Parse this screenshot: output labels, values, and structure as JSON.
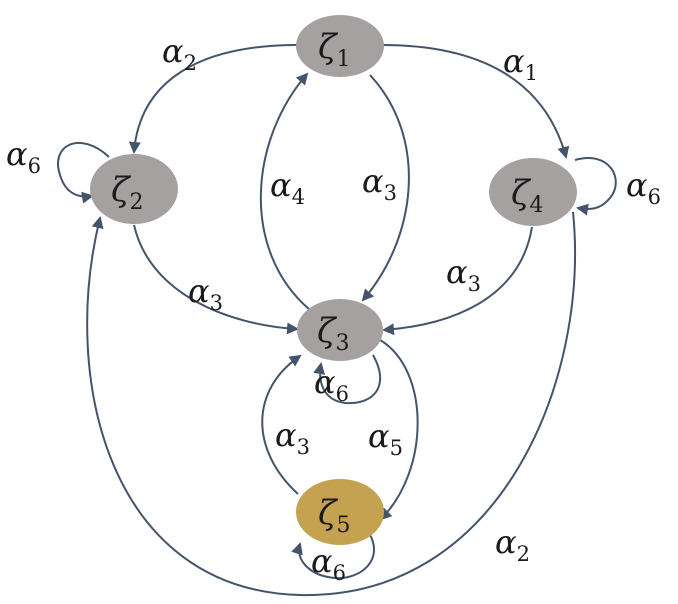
{
  "colors": {
    "node_default": "#a6a1a1",
    "node_highlight": "#c4a24f",
    "edge": "#44546a",
    "text": "#1a1a1a"
  },
  "nodes": [
    {
      "id": "z1",
      "symbol": "ζ",
      "subscript": "1"
    },
    {
      "id": "z2",
      "symbol": "ζ",
      "subscript": "2"
    },
    {
      "id": "z3",
      "symbol": "ζ",
      "subscript": "3"
    },
    {
      "id": "z4",
      "symbol": "ζ",
      "subscript": "4"
    },
    {
      "id": "z5",
      "symbol": "ζ",
      "subscript": "5",
      "highlighted": true
    }
  ],
  "edges": [
    {
      "id": "z1-z2",
      "from": "z1",
      "to": "z2",
      "label": {
        "symbol": "α",
        "subscript": "2"
      }
    },
    {
      "id": "z1-z4",
      "from": "z1",
      "to": "z4",
      "label": {
        "symbol": "α",
        "subscript": "1"
      }
    },
    {
      "id": "z3-z1",
      "from": "z3",
      "to": "z1",
      "label": {
        "symbol": "α",
        "subscript": "4"
      }
    },
    {
      "id": "z1-z3",
      "from": "z1",
      "to": "z3",
      "label": {
        "symbol": "α",
        "subscript": "3"
      }
    },
    {
      "id": "z2-z2",
      "from": "z2",
      "to": "z2",
      "label": {
        "symbol": "α",
        "subscript": "6"
      }
    },
    {
      "id": "z4-z4",
      "from": "z4",
      "to": "z4",
      "label": {
        "symbol": "α",
        "subscript": "6"
      }
    },
    {
      "id": "z2-z3",
      "from": "z2",
      "to": "z3",
      "label": {
        "symbol": "α",
        "subscript": "3"
      }
    },
    {
      "id": "z4-z3",
      "from": "z4",
      "to": "z3",
      "label": {
        "symbol": "α",
        "subscript": "3"
      }
    },
    {
      "id": "z3-z3",
      "from": "z3",
      "to": "z3",
      "label": {
        "symbol": "α",
        "subscript": "6"
      }
    },
    {
      "id": "z3-z5",
      "from": "z3",
      "to": "z5",
      "label": {
        "symbol": "α",
        "subscript": "5"
      }
    },
    {
      "id": "z5-z3",
      "from": "z5",
      "to": "z3",
      "label": {
        "symbol": "α",
        "subscript": "3"
      }
    },
    {
      "id": "z5-z5",
      "from": "z5",
      "to": "z5",
      "label": {
        "symbol": "α",
        "subscript": "6"
      }
    },
    {
      "id": "z4-z2",
      "from": "z4",
      "to": "z2",
      "label": {
        "symbol": "α",
        "subscript": "2"
      }
    }
  ]
}
